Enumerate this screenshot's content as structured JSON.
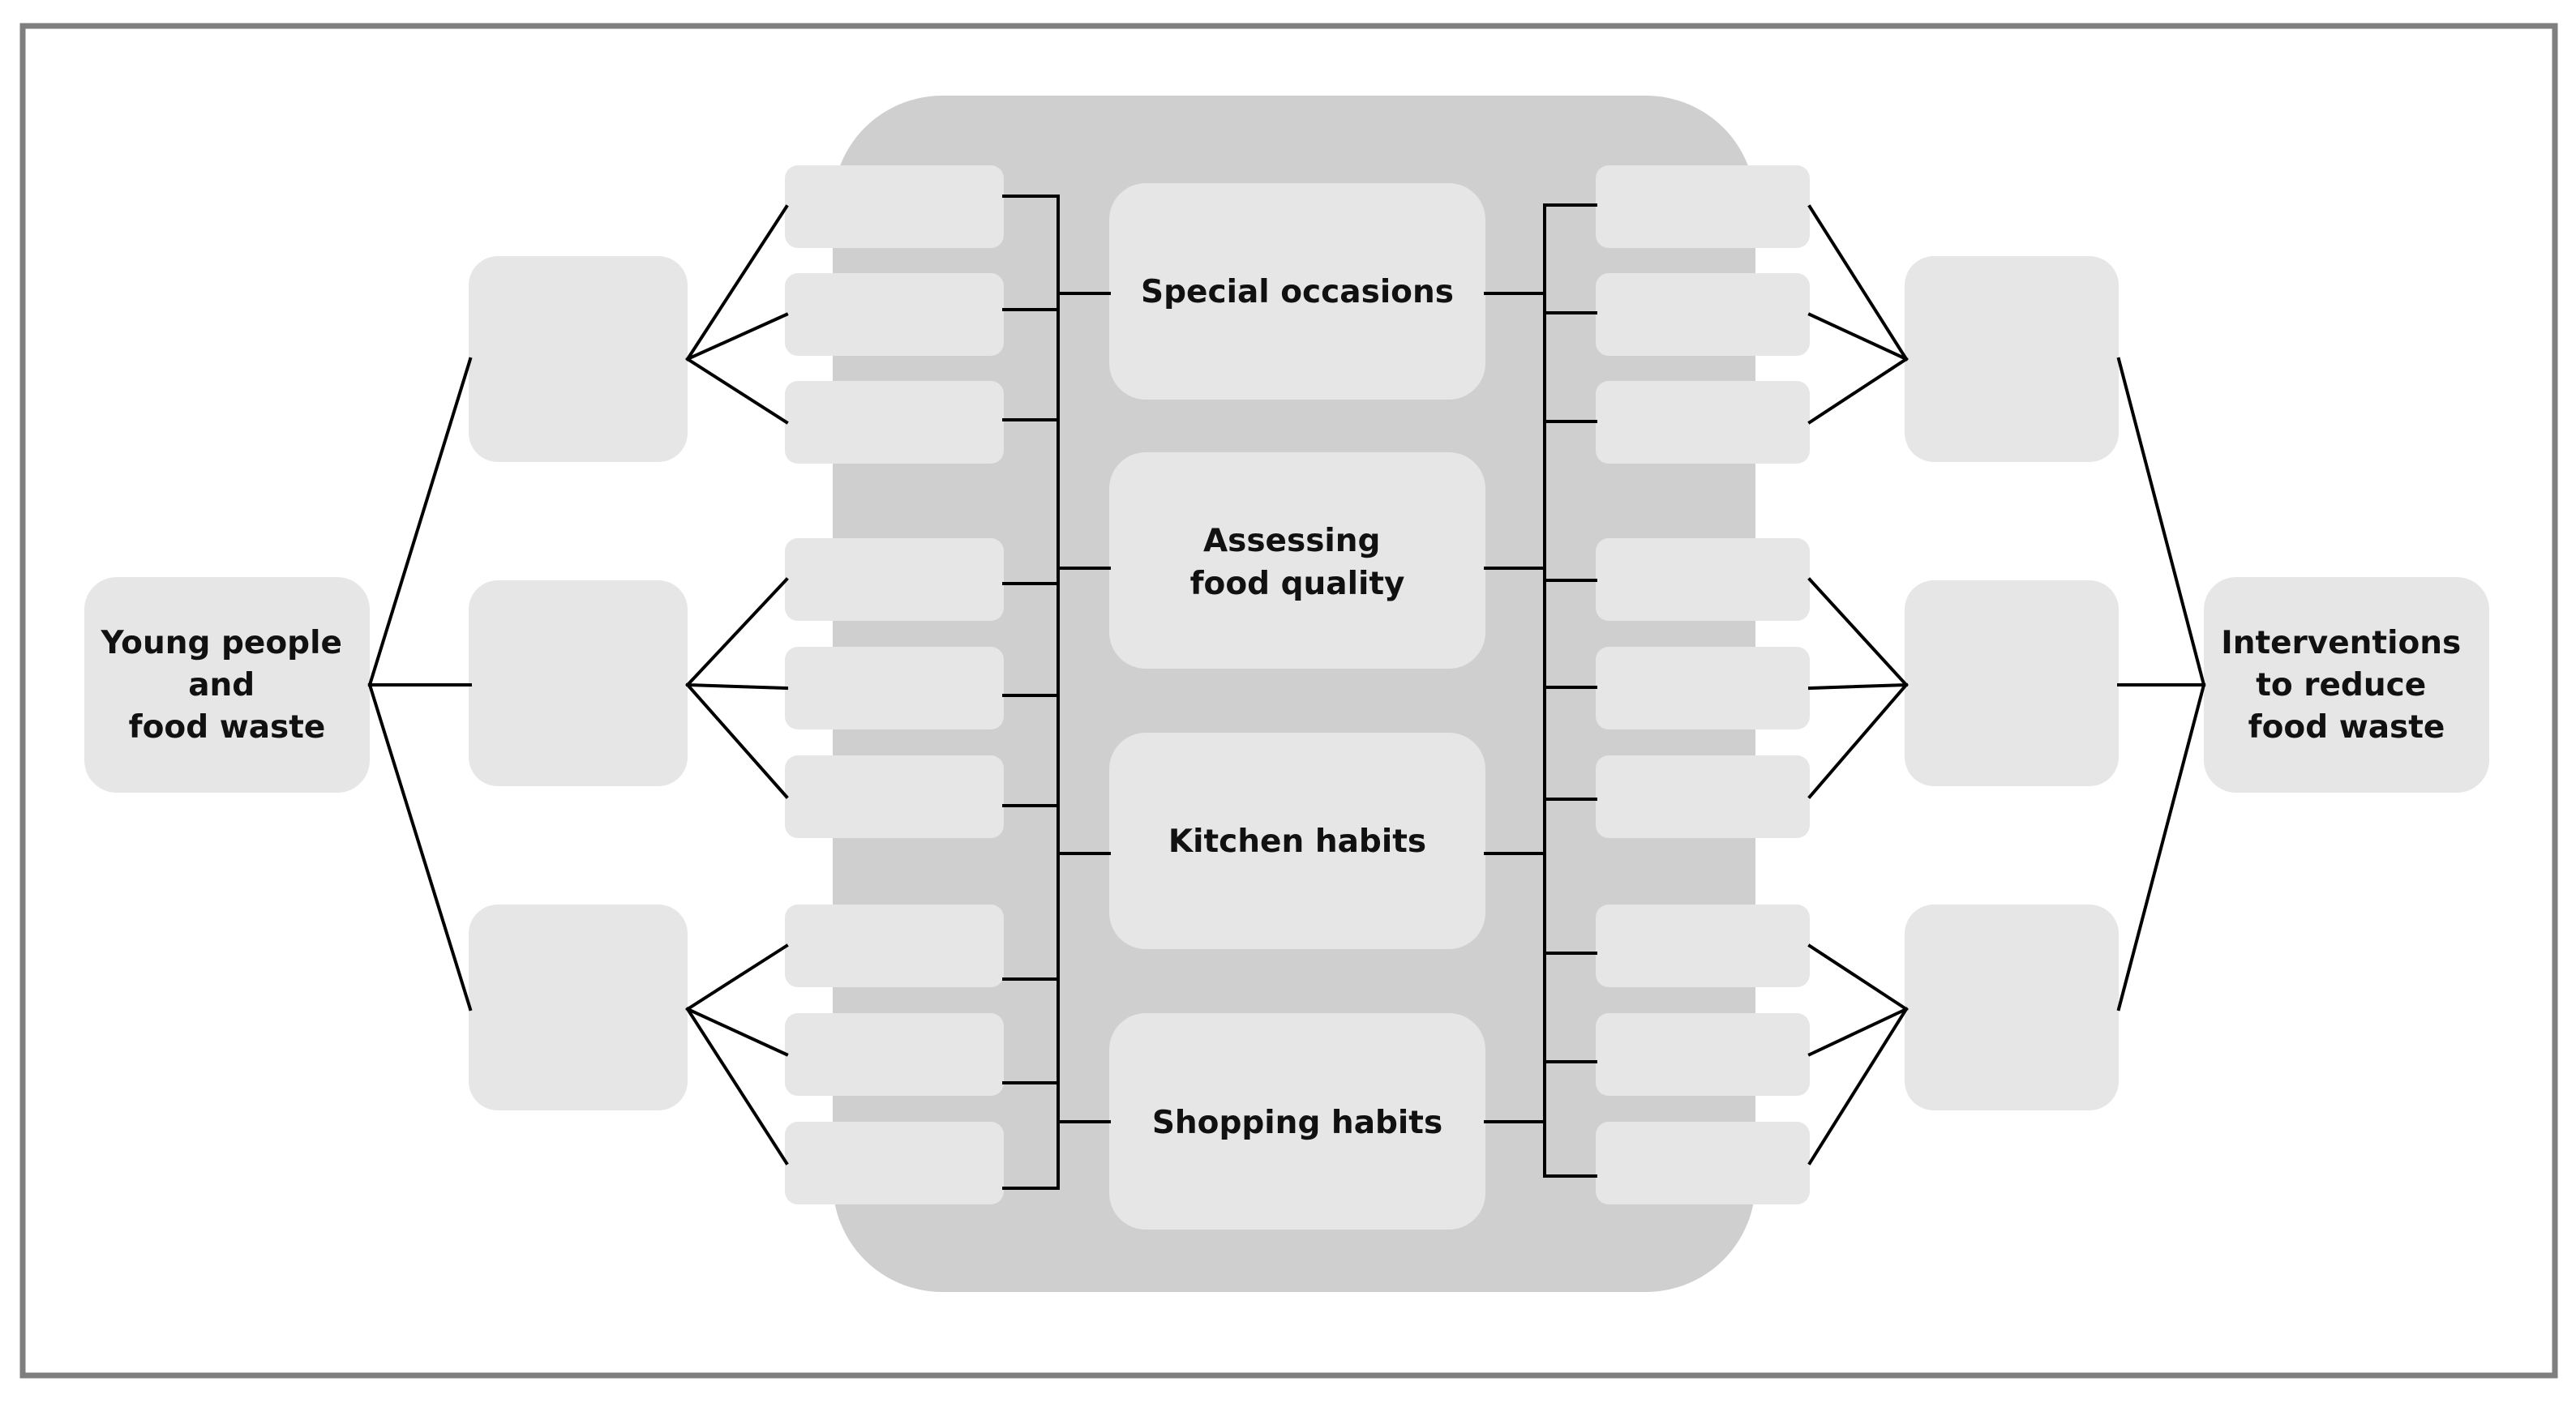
{
  "colors": {
    "frame": "#7f7f7f",
    "panel": "#d0cfd0",
    "box": "#e6e6e6",
    "line": "#000000",
    "text": "#111111"
  },
  "root_left": {
    "lines": [
      "Young people",
      "and",
      "food waste"
    ]
  },
  "root_right": {
    "lines": [
      "Interventions",
      "to reduce",
      "food waste"
    ]
  },
  "themes": [
    {
      "lines": [
        "Special occasions"
      ]
    },
    {
      "lines": [
        "Assessing",
        "food quality"
      ]
    },
    {
      "lines": [
        "Kitchen habits"
      ]
    },
    {
      "lines": [
        "Shopping habits"
      ]
    }
  ]
}
